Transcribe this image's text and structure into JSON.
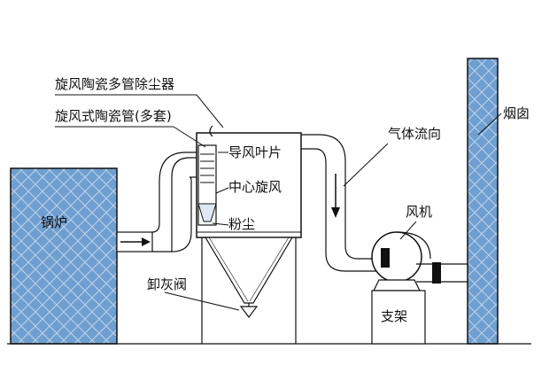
{
  "labels": {
    "collector": "旋风陶瓷多管除尘器",
    "tubes": "旋风式陶瓷管(多套)",
    "guide_vane": "导风叶片",
    "center_cyclone": "中心旋风",
    "dust": "粉尘",
    "discharge_valve": "卸灰阀",
    "boiler": "锅炉",
    "gas_flow": "气体流向",
    "fan": "风机",
    "support": "支架",
    "chimney": "烟囱"
  },
  "colors": {
    "water_fill": "#6f9fd0",
    "pattern_line": "#ffffff",
    "stroke": "#111111",
    "background": "#ffffff"
  },
  "icons": {
    "flow_arrow": "arrow-right",
    "down_arrow": "arrow-down",
    "fan": "centrifugal-fan"
  }
}
